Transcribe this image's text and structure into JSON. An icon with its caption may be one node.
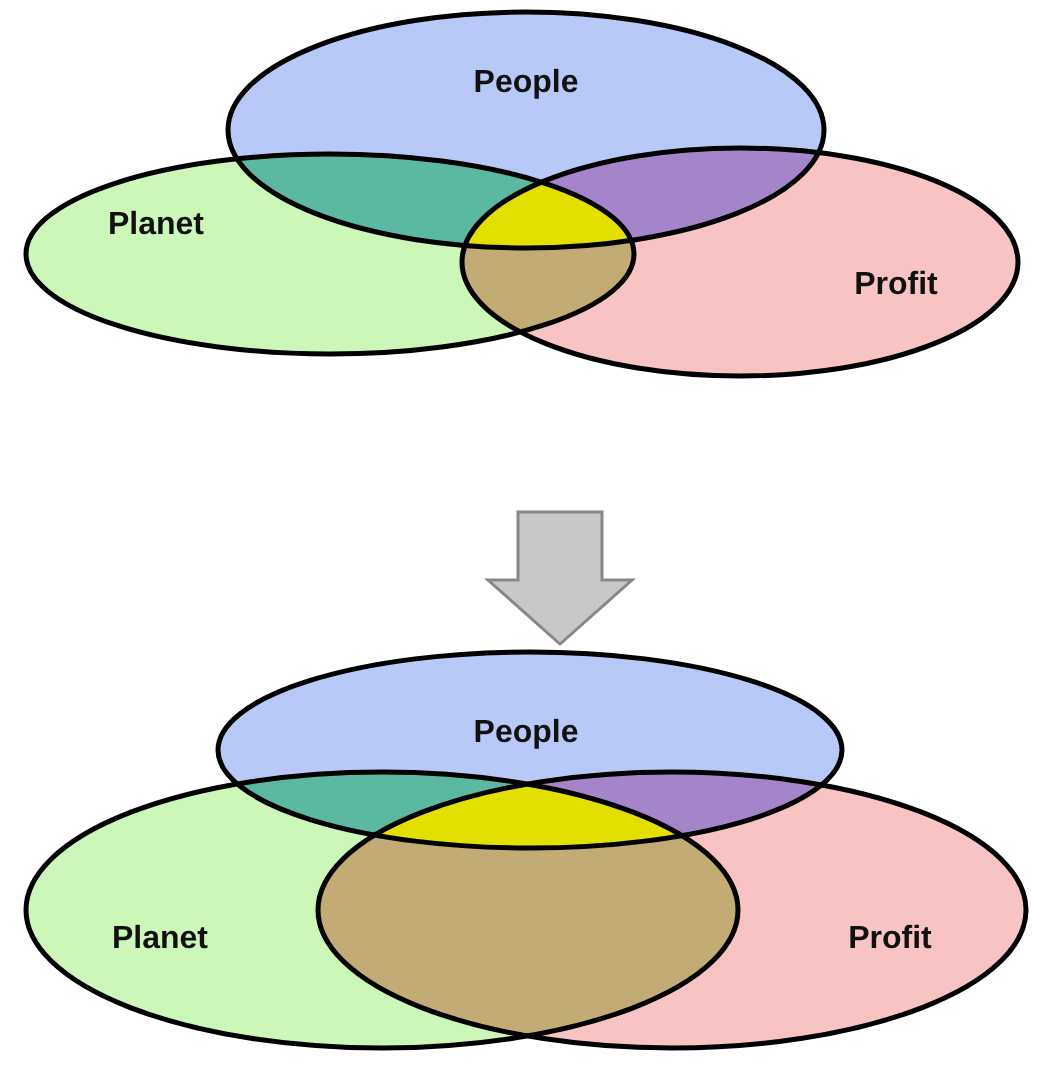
{
  "diagram": {
    "nodes": [
      {
        "text": [
          "People"
        ]
      },
      {
        "text": [
          "Planet"
        ]
      },
      {
        "text": [
          "Profit"
        ]
      },
      {
        "text": [
          "People"
        ]
      },
      {
        "text": [
          "Planet"
        ]
      },
      {
        "text": [
          "Profit"
        ]
      }
    ]
  }
}
